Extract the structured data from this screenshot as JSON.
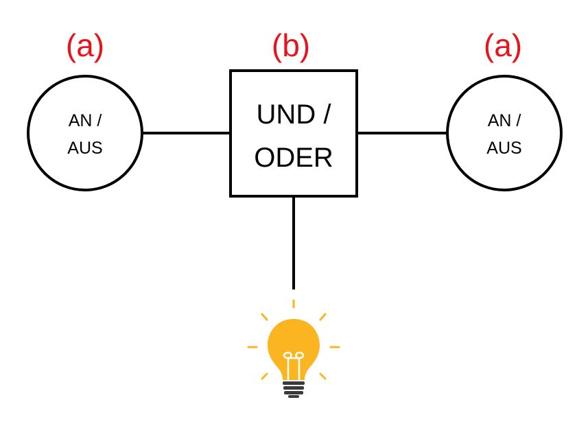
{
  "colors": {
    "label": "#e8141c",
    "stroke": "#000000",
    "bulb": "#fbb521",
    "bulb_base": "#3a3a3a",
    "background": "#ffffff"
  },
  "labels": {
    "left_marker": "(a)",
    "center_marker": "(b)",
    "right_marker": "(a)"
  },
  "left_switch": {
    "line1": "AN /",
    "line2": "AUS"
  },
  "gate": {
    "line1": "UND /",
    "line2": "ODER"
  },
  "right_switch": {
    "line1": "AN /",
    "line2": "AUS"
  },
  "lamp": {
    "icon": "light-bulb-icon"
  }
}
